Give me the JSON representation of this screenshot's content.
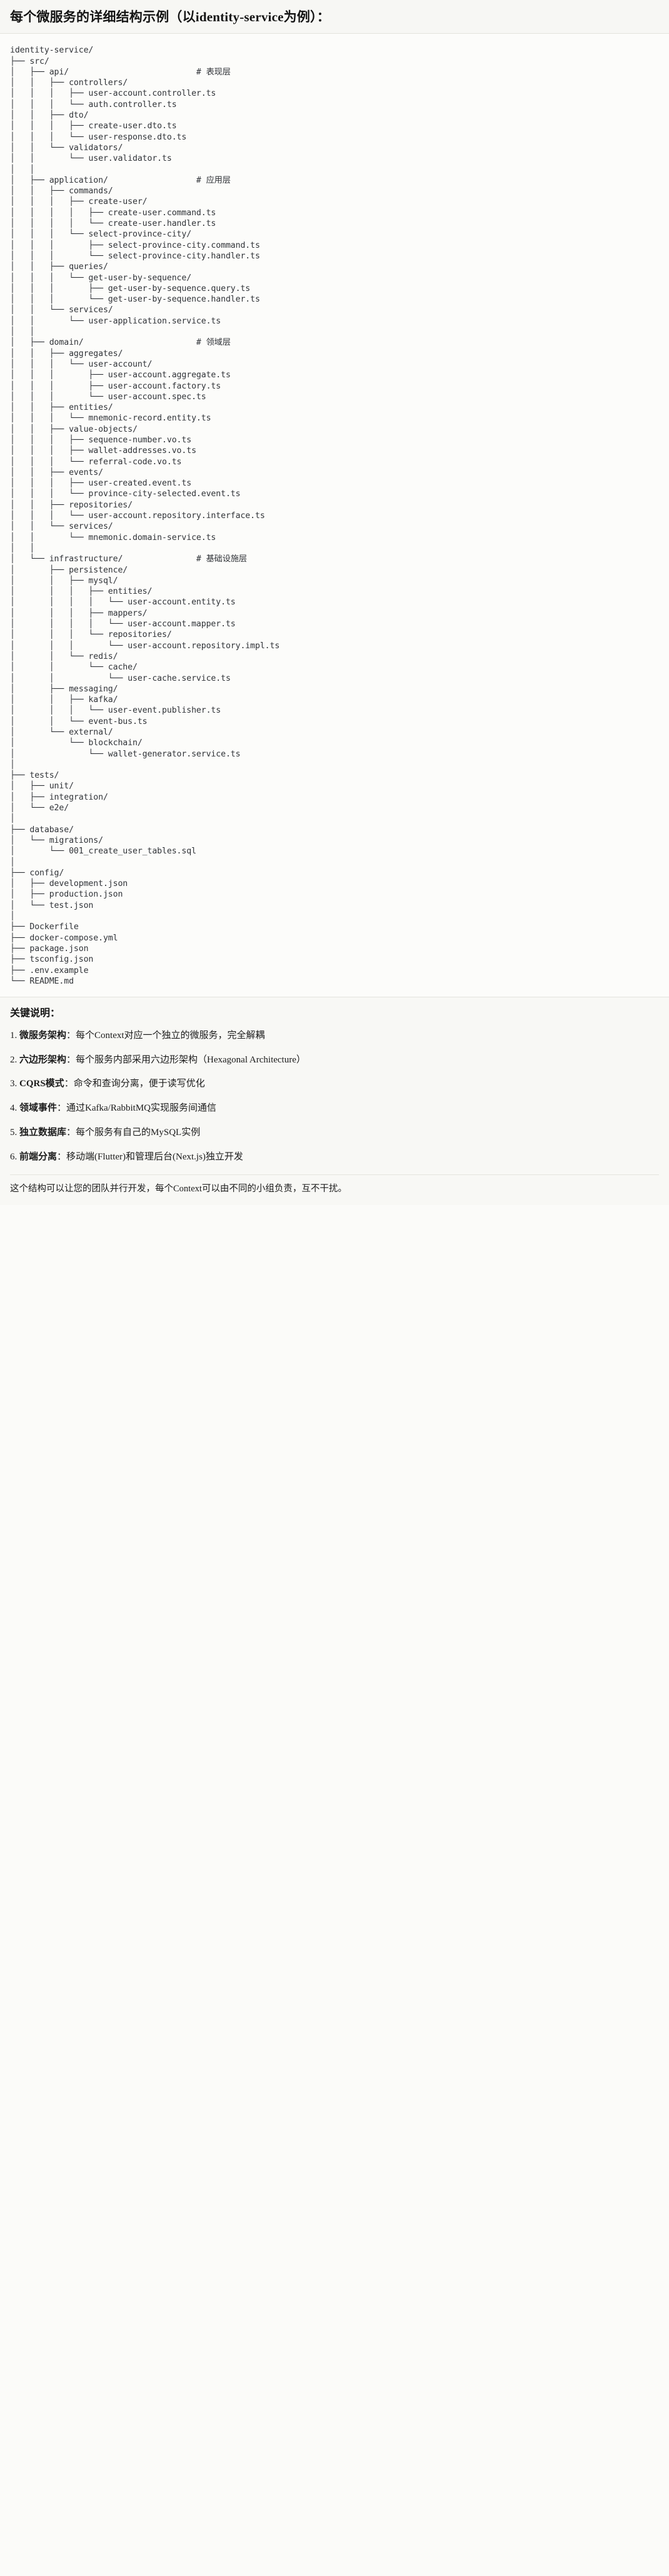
{
  "title": "每个微服务的详细结构示例（以identity-service为例）：",
  "tree": {
    "lines": [
      "identity-service/",
      "├── src/",
      "│   ├── api/                          # 表现层",
      "│   │   ├── controllers/",
      "│   │   │   ├── user-account.controller.ts",
      "│   │   │   └── auth.controller.ts",
      "│   │   ├── dto/",
      "│   │   │   ├── create-user.dto.ts",
      "│   │   │   └── user-response.dto.ts",
      "│   │   └── validators/",
      "│   │       └── user.validator.ts",
      "│   │",
      "│   ├── application/                  # 应用层",
      "│   │   ├── commands/",
      "│   │   │   ├── create-user/",
      "│   │   │   │   ├── create-user.command.ts",
      "│   │   │   │   └── create-user.handler.ts",
      "│   │   │   └── select-province-city/",
      "│   │   │       ├── select-province-city.command.ts",
      "│   │   │       └── select-province-city.handler.ts",
      "│   │   ├── queries/",
      "│   │   │   └── get-user-by-sequence/",
      "│   │   │       ├── get-user-by-sequence.query.ts",
      "│   │   │       └── get-user-by-sequence.handler.ts",
      "│   │   └── services/",
      "│   │       └── user-application.service.ts",
      "│   │",
      "│   ├── domain/                       # 领域层",
      "│   │   ├── aggregates/",
      "│   │   │   └── user-account/",
      "│   │   │       ├── user-account.aggregate.ts",
      "│   │   │       ├── user-account.factory.ts",
      "│   │   │       └── user-account.spec.ts",
      "│   │   ├── entities/",
      "│   │   │   └── mnemonic-record.entity.ts",
      "│   │   ├── value-objects/",
      "│   │   │   ├── sequence-number.vo.ts",
      "│   │   │   ├── wallet-addresses.vo.ts",
      "│   │   │   └── referral-code.vo.ts",
      "│   │   ├── events/",
      "│   │   │   ├── user-created.event.ts",
      "│   │   │   └── province-city-selected.event.ts",
      "│   │   ├── repositories/",
      "│   │   │   └── user-account.repository.interface.ts",
      "│   │   └── services/",
      "│   │       └── mnemonic.domain-service.ts",
      "│   │",
      "│   └── infrastructure/               # 基础设施层",
      "│       ├── persistence/",
      "│       │   ├── mysql/",
      "│       │   │   ├── entities/",
      "│       │   │   │   └── user-account.entity.ts",
      "│       │   │   ├── mappers/",
      "│       │   │   │   └── user-account.mapper.ts",
      "│       │   │   └── repositories/",
      "│       │   │       └── user-account.repository.impl.ts",
      "│       │   └── redis/",
      "│       │       └── cache/",
      "│       │           └── user-cache.service.ts",
      "│       ├── messaging/",
      "│       │   ├── kafka/",
      "│       │   │   └── user-event.publisher.ts",
      "│       │   └── event-bus.ts",
      "│       └── external/",
      "│           └── blockchain/",
      "│               └── wallet-generator.service.ts",
      "│",
      "├── tests/",
      "│   ├── unit/",
      "│   ├── integration/",
      "│   └── e2e/",
      "│",
      "├── database/",
      "│   └── migrations/",
      "│       └── 001_create_user_tables.sql",
      "│",
      "├── config/",
      "│   ├── development.json",
      "│   ├── production.json",
      "│   └── test.json",
      "│",
      "├── Dockerfile",
      "├── docker-compose.yml",
      "├── package.json",
      "├── tsconfig.json",
      "├── .env.example",
      "└── README.md"
    ]
  },
  "keys": {
    "heading": "关键说明：",
    "items": [
      {
        "num": "1.",
        "term": "微服务架构",
        "desc": "：每个Context对应一个独立的微服务，完全解耦"
      },
      {
        "num": "2.",
        "term": "六边形架构",
        "desc": "：每个服务内部采用六边形架构（Hexagonal Architecture）"
      },
      {
        "num": "3.",
        "term": "CQRS模式",
        "desc": "：命令和查询分离，便于读写优化"
      },
      {
        "num": "4.",
        "term": "领域事件",
        "desc": "：通过Kafka/RabbitMQ实现服务间通信"
      },
      {
        "num": "5.",
        "term": "独立数据库",
        "desc": "：每个服务有自己的MySQL实例"
      },
      {
        "num": "6.",
        "term": "前端分离",
        "desc": "：移动端(Flutter)和管理后台(Next.js)独立开发"
      }
    ],
    "footer": "这个结构可以让您的团队并行开发，每个Context可以由不同的小组负责，互不干扰。"
  }
}
